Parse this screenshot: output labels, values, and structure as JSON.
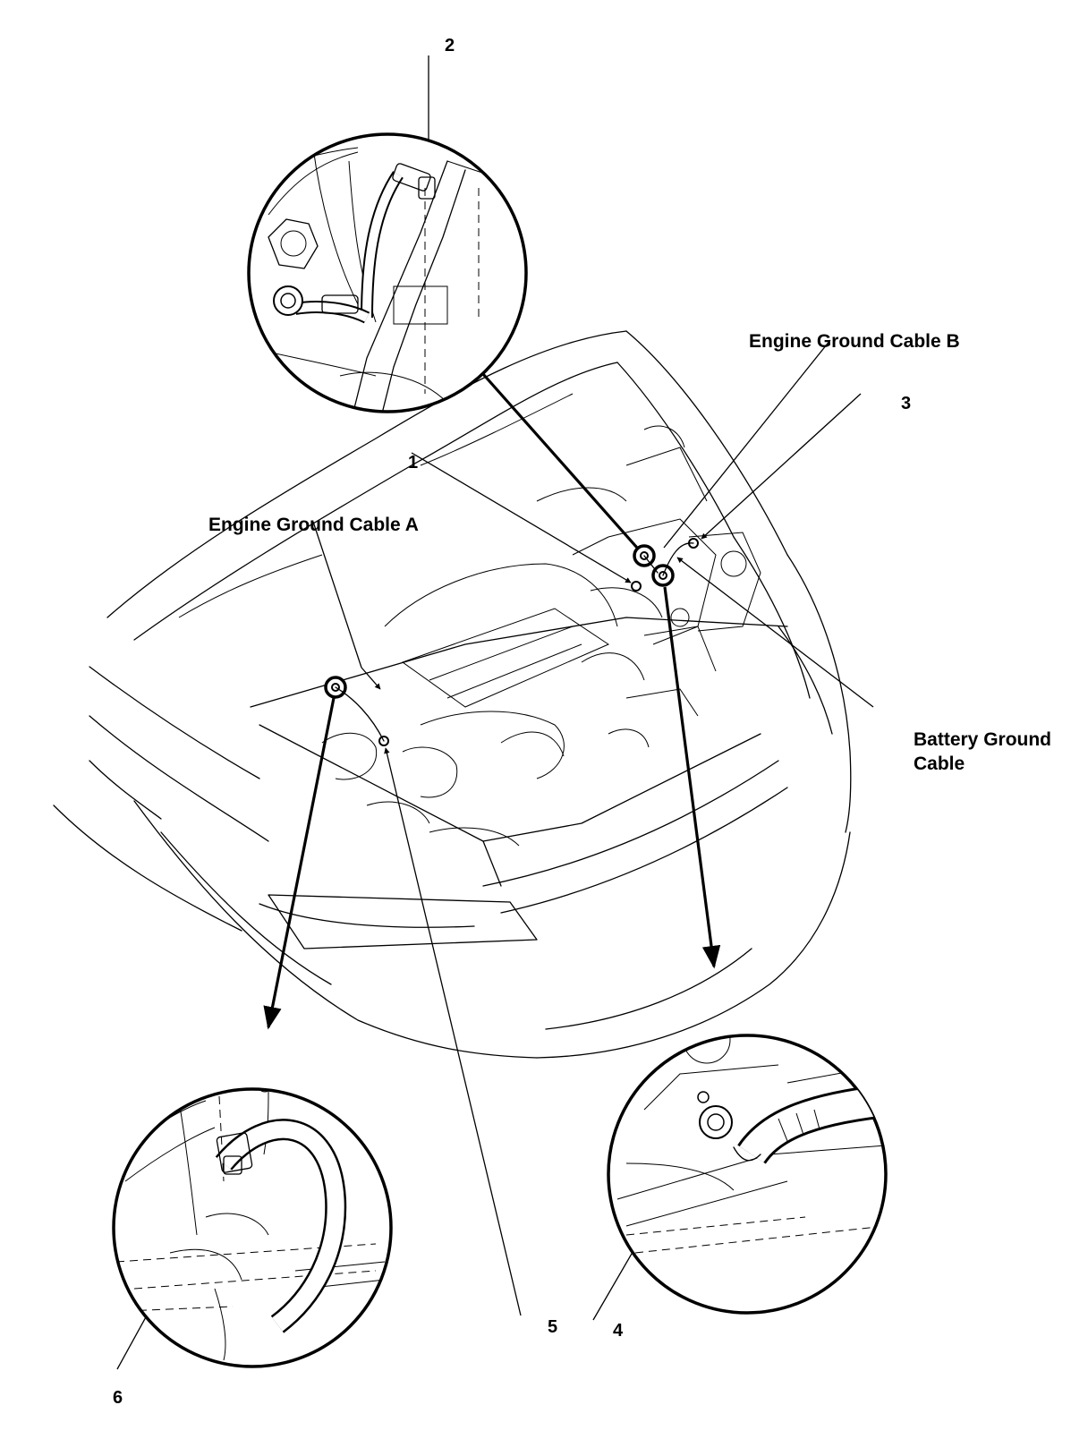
{
  "labels": {
    "engine_ground_cable_a": "Engine Ground Cable A",
    "engine_ground_cable_b": "Engine Ground Cable B",
    "battery_ground_cable_line1": "Battery Ground",
    "battery_ground_cable_line2": "Cable"
  },
  "callouts": {
    "c1": "1",
    "c2": "2",
    "c3": "3",
    "c4": "4",
    "c5": "5",
    "c6": "6"
  }
}
